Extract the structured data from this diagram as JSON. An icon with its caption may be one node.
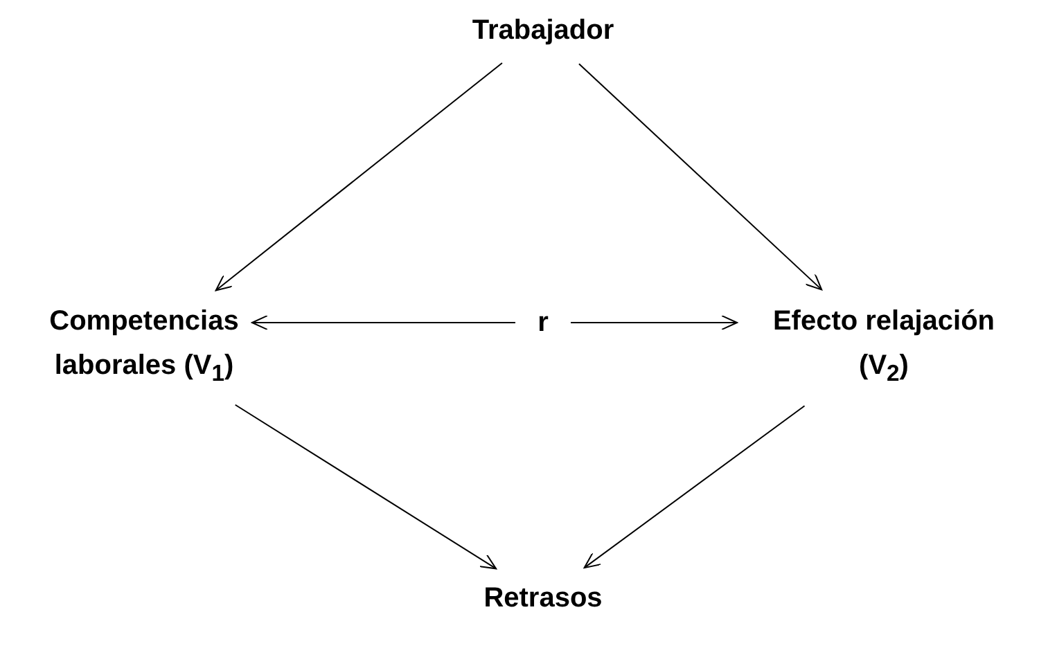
{
  "diagram": {
    "nodes": [
      {
        "text": [
          "Trabajador"
        ]
      },
      {
        "text": [
          "Competencias laborales (V$_{1}$)"
        ]
      },
      {
        "text": [
          "r"
        ]
      },
      {
        "text": [
          "Efecto relajación (V$_{2}$)"
        ]
      },
      {
        "text": [
          "Retrasos"
        ]
      }
    ],
    "edges": [
      {
        "from": 0,
        "to": 1,
        "arrow": "to"
      },
      {
        "from": 0,
        "to": 3,
        "arrow": "to"
      },
      {
        "from": 2,
        "to": 1,
        "arrow": "to"
      },
      {
        "from": 2,
        "to": 3,
        "arrow": "to"
      },
      {
        "from": 1,
        "to": 4,
        "arrow": "to"
      },
      {
        "from": 3,
        "to": 4,
        "arrow": "to"
      }
    ]
  }
}
